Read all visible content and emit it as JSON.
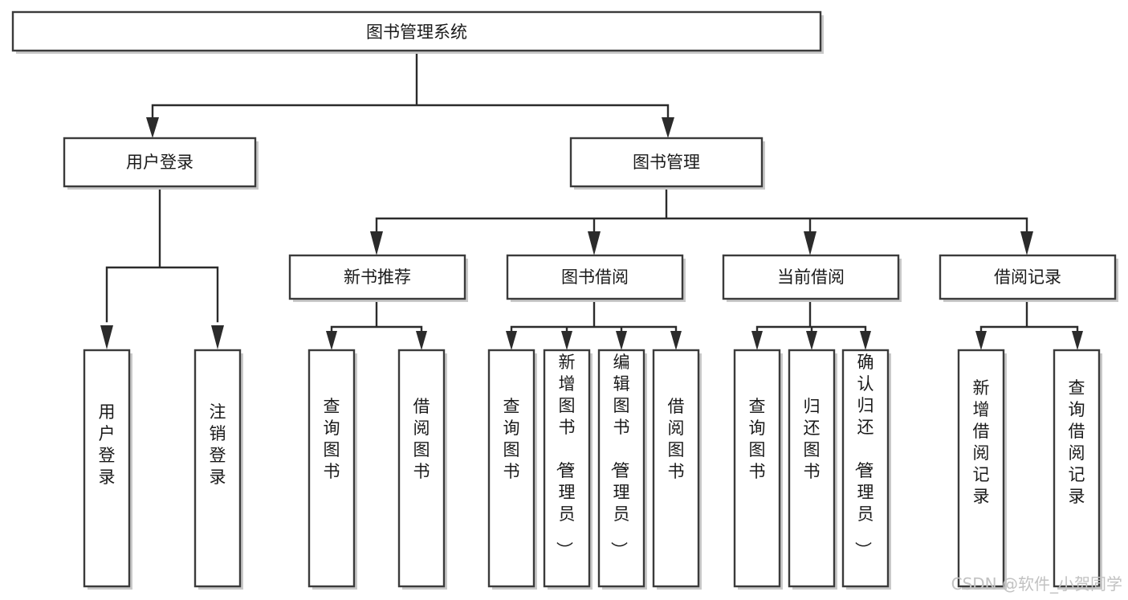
{
  "diagram": {
    "title": "图书管理系统",
    "type": "tree-hierarchy",
    "orientation": "top-down",
    "colors": {
      "box_stroke": "#3b3b3b",
      "box_fill": "#ffffff",
      "edge": "#2b2b2b",
      "text": "#1a1a1a",
      "watermark": "#c2c2c2",
      "background": "#ffffff"
    }
  },
  "nodes": {
    "root": {
      "label": "图书管理系统",
      "orientation": "horizontal"
    },
    "level2": [
      {
        "label": "用户登录",
        "orientation": "horizontal"
      },
      {
        "label": "图书管理",
        "orientation": "horizontal"
      }
    ],
    "level3": [
      {
        "label": "新书推荐",
        "orientation": "horizontal"
      },
      {
        "label": "图书借阅",
        "orientation": "horizontal"
      },
      {
        "label": "当前借阅",
        "orientation": "horizontal"
      },
      {
        "label": "借阅记录",
        "orientation": "horizontal"
      }
    ],
    "leaves_user_login": [
      {
        "label": "用户登录",
        "orientation": "vertical"
      },
      {
        "label": "注销登录",
        "orientation": "vertical"
      }
    ],
    "leaves_new_book": [
      {
        "label": "查询图书",
        "orientation": "vertical"
      },
      {
        "label": "借阅图书",
        "orientation": "vertical"
      }
    ],
    "leaves_book_borrow": [
      {
        "label": "查询图书",
        "orientation": "vertical"
      },
      {
        "label": "新增图书（管理员）",
        "orientation": "vertical"
      },
      {
        "label": "编辑图书（管理员）",
        "orientation": "vertical"
      },
      {
        "label": "借阅图书",
        "orientation": "vertical"
      }
    ],
    "leaves_current_borrow": [
      {
        "label": "查询图书",
        "orientation": "vertical"
      },
      {
        "label": "归还图书",
        "orientation": "vertical"
      },
      {
        "label": "确认归还（管理员）",
        "orientation": "vertical"
      }
    ],
    "leaves_borrow_record": [
      {
        "label": "新增借阅记录",
        "orientation": "vertical"
      },
      {
        "label": "查询借阅记录",
        "orientation": "vertical"
      }
    ]
  },
  "watermark": {
    "text": "CSDN @软件_小贺同学"
  }
}
